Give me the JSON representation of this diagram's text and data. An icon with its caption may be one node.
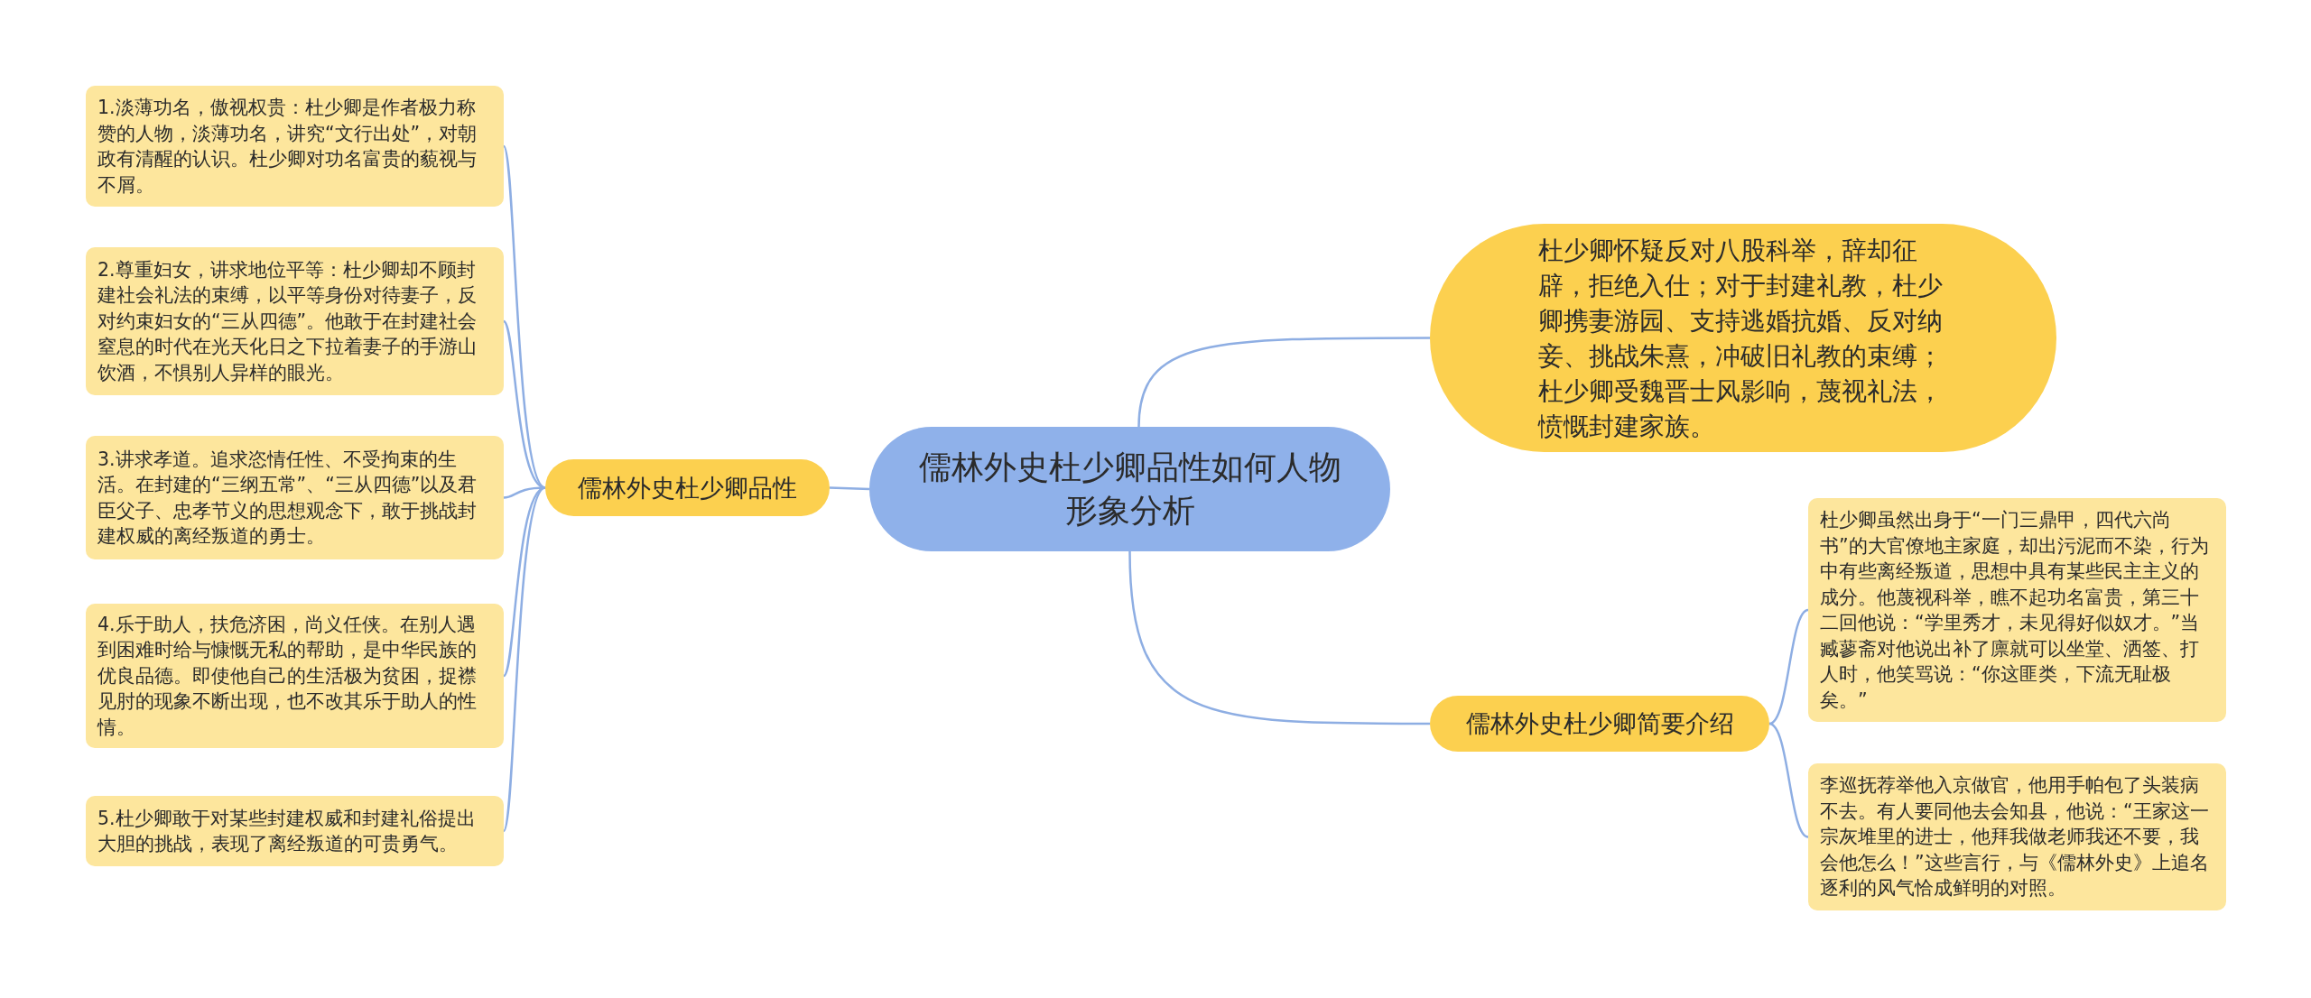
{
  "diagram": {
    "nodes": [
      {
        "text": [
          "儒林外史杜少卿品性如何人物形象分析"
        ]
      },
      {
        "text": [
          "儒林外史杜少卿品性"
        ]
      },
      {
        "text": [
          "1.淡薄功名，傲视权贵：杜少卿是作者极力称赞的人物，淡薄功名，讲究“文行出处”，对朝政有清醒的认识。杜少卿对功名富贵的藐视与不屑。"
        ]
      },
      {
        "text": [
          "2.尊重妇女，讲求地位平等：杜少卿却不顾封建社会礼法的束缚，以平等身份对待妻子，反对约束妇女的“三从四德”。他敢于在封建社会窒息的时代在光天化日之下拉着妻子的手游山饮酒，不惧别人异样的眼光。"
        ]
      },
      {
        "text": [
          "3.讲求孝道。追求恣情任性、不受拘束的生活。在封建的“三纲五常”、“三从四德”以及君臣父子、忠孝节义的思想观念下，敢于挑战封建权威的离经叛道的勇士。"
        ]
      },
      {
        "text": [
          "4.乐于助人，扶危济困，尚义任侠。在别人遇到困难时给与慷慨无私的帮助，是中华民族的优良品德。即使他自己的生活极为贫困，捉襟见肘的现象不断出现，也不改其乐于助人的性情。"
        ]
      },
      {
        "text": [
          "5.杜少卿敢于对某些封建权威和封建礼俗提出大胆的挑战，表现了离经叛道的可贵勇气。"
        ]
      },
      {
        "text": [
          "杜少卿怀疑反对八股科举，辞却征辟，拒绝入仕；对于封建礼教，杜少卿携妻游园、支持逃婚抗婚、反对纳妾、挑战朱熹，冲破旧礼教的束缚；杜少卿受魏晋士风影响，蔑视礼法，愤慨封建家族。"
        ]
      },
      {
        "text": [
          "儒林外史杜少卿简要介绍"
        ]
      },
      {
        "text": [
          "杜少卿虽然出身于“一门三鼎甲，四代六尚书”的大官僚地主家庭，却出污泥而不染，行为中有些离经叛道，思想中具有某些民主主义的成分。他蔑视科举，瞧不起功名富贵，第三十二回他说：“学里秀才，未见得好似奴才。”当臧蓼斋对他说出补了廪就可以坐堂、洒签、打人时，他笑骂说：“你这匪类，下流无耻极矣。”"
        ]
      },
      {
        "text": [
          "李巡抚荐举他入京做官，他用手帕包了头装病不去。有人要同他去会知县，他说：“王家这一宗灰堆里的进士，他拜我做老师我还不要，我会他怎么！”这些言行，与《儒林外史》上追名逐利的风气恰成鲜明的对照。"
        ]
      }
    ],
    "edges": [
      {
        "from": 0,
        "to": 1,
        "arrow": "none"
      },
      {
        "from": 1,
        "to": 2,
        "arrow": "none"
      },
      {
        "from": 1,
        "to": 3,
        "arrow": "none"
      },
      {
        "from": 1,
        "to": 4,
        "arrow": "none"
      },
      {
        "from": 1,
        "to": 5,
        "arrow": "none"
      },
      {
        "from": 1,
        "to": 6,
        "arrow": "none"
      },
      {
        "from": 0,
        "to": 7,
        "arrow": "none"
      },
      {
        "from": 0,
        "to": 8,
        "arrow": "none"
      },
      {
        "from": 8,
        "to": 9,
        "arrow": "none"
      },
      {
        "from": 8,
        "to": 10,
        "arrow": "none"
      }
    ]
  }
}
